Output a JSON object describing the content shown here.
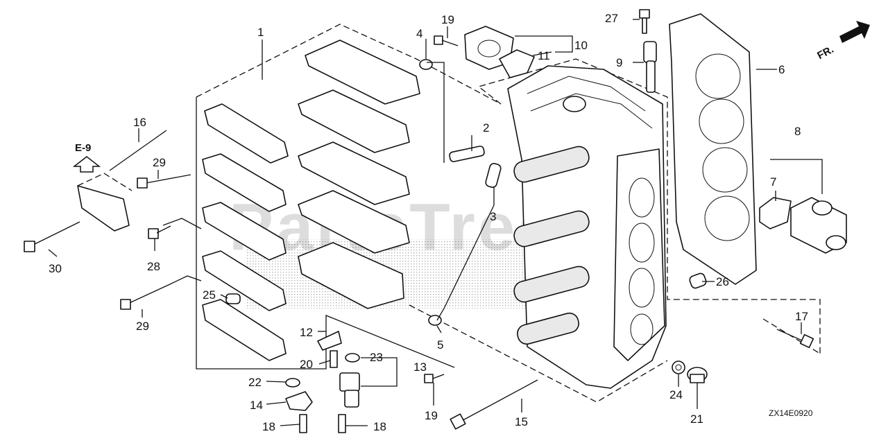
{
  "watermark": "PartsTree",
  "diagram_code": "ZX14E0920",
  "direction_label": "FR.",
  "reference_label": "E-9",
  "callouts": {
    "c1": "1",
    "c2": "2",
    "c3": "3",
    "c4": "4",
    "c5": "5",
    "c6": "6",
    "c7": "7",
    "c8": "8",
    "c9": "9",
    "c10": "10",
    "c11": "11",
    "c12": "12",
    "c13": "13",
    "c14": "14",
    "c15": "15",
    "c16": "16",
    "c17": "17",
    "c18a": "18",
    "c18b": "18",
    "c19a": "19",
    "c19b": "19",
    "c20": "20",
    "c21": "21",
    "c22": "22",
    "c23": "23",
    "c24": "24",
    "c25": "25",
    "c26": "26",
    "c27": "27",
    "c28": "28",
    "c29a": "29",
    "c29b": "29",
    "c30": "30"
  }
}
